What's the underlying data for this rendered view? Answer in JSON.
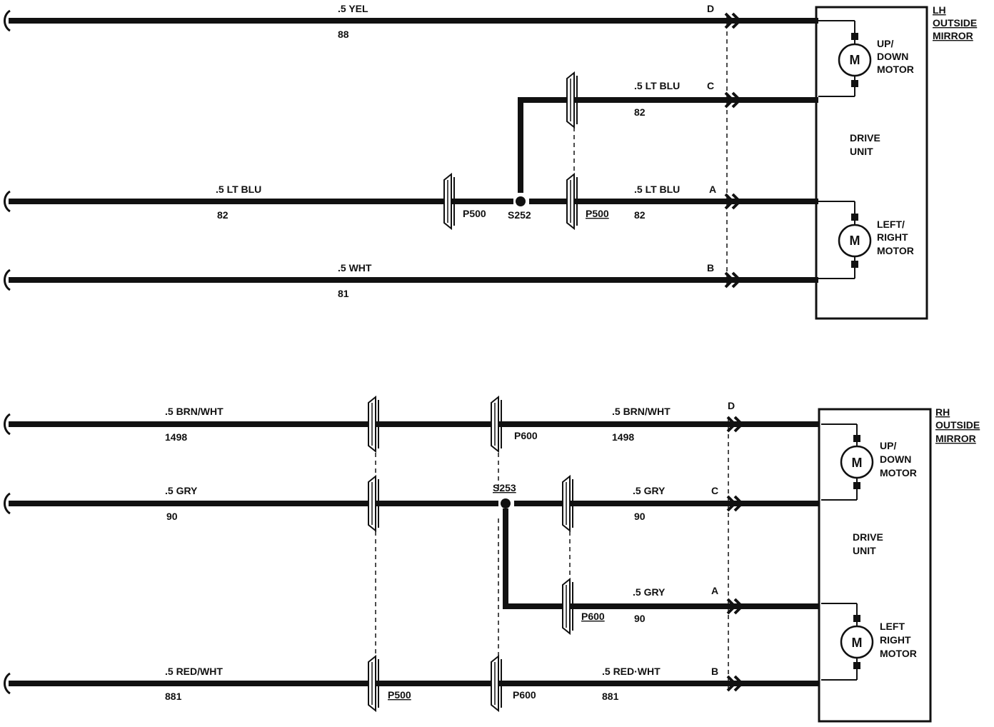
{
  "lh_mirror": {
    "title": [
      "LH",
      "OUTSIDE",
      "MIRROR"
    ],
    "drive_unit": [
      "DRIVE",
      "UNIT"
    ],
    "updown_motor": [
      "UP/",
      "DOWN",
      "MOTOR"
    ],
    "leftright_motor": [
      "LEFT/",
      "RIGHT",
      "MOTOR"
    ],
    "motor_symbol": "M",
    "wires": [
      {
        "color": ".5 YEL",
        "circuit": "88",
        "pin": "D"
      },
      {
        "color": ".5 LT BLU",
        "circuit": "82",
        "pin": "C"
      },
      {
        "color": ".5 LT BLU",
        "circuit": "82",
        "pin": ""
      },
      {
        "color": ".5 LT BLU",
        "circuit": "82",
        "pin": "A"
      },
      {
        "color": ".5 WHT",
        "circuit": "81",
        "pin": "B"
      }
    ],
    "connectors": [
      "P500",
      "P500"
    ],
    "splice": "S252"
  },
  "rh_mirror": {
    "title": [
      "RH",
      "OUTSIDE",
      "MIRROR"
    ],
    "drive_unit": [
      "DRIVE",
      "UNIT"
    ],
    "updown_motor": [
      "UP/",
      "DOWN",
      "MOTOR"
    ],
    "leftright_motor": [
      "LEFT",
      "RIGHT",
      "MOTOR"
    ],
    "motor_symbol": "M",
    "wires": [
      {
        "color": ".5 BRN/WHT",
        "circuit": "1498",
        "pin": ""
      },
      {
        "color": ".5 BRN/WHT",
        "circuit": "1498",
        "pin": "D"
      },
      {
        "color": ".5 GRY",
        "circuit": "90",
        "pin": ""
      },
      {
        "color": ".5 GRY",
        "circuit": "90",
        "pin": "C"
      },
      {
        "color": ".5 GRY",
        "circuit": "90",
        "pin": "A"
      },
      {
        "color": ".5 RED/WHT",
        "circuit": "881",
        "pin": ""
      },
      {
        "color": ".5 RED·WHT",
        "circuit": "881",
        "pin": "B"
      }
    ],
    "connectors": [
      "P600",
      "P600",
      "P500",
      "P600"
    ],
    "splice": "S253"
  }
}
